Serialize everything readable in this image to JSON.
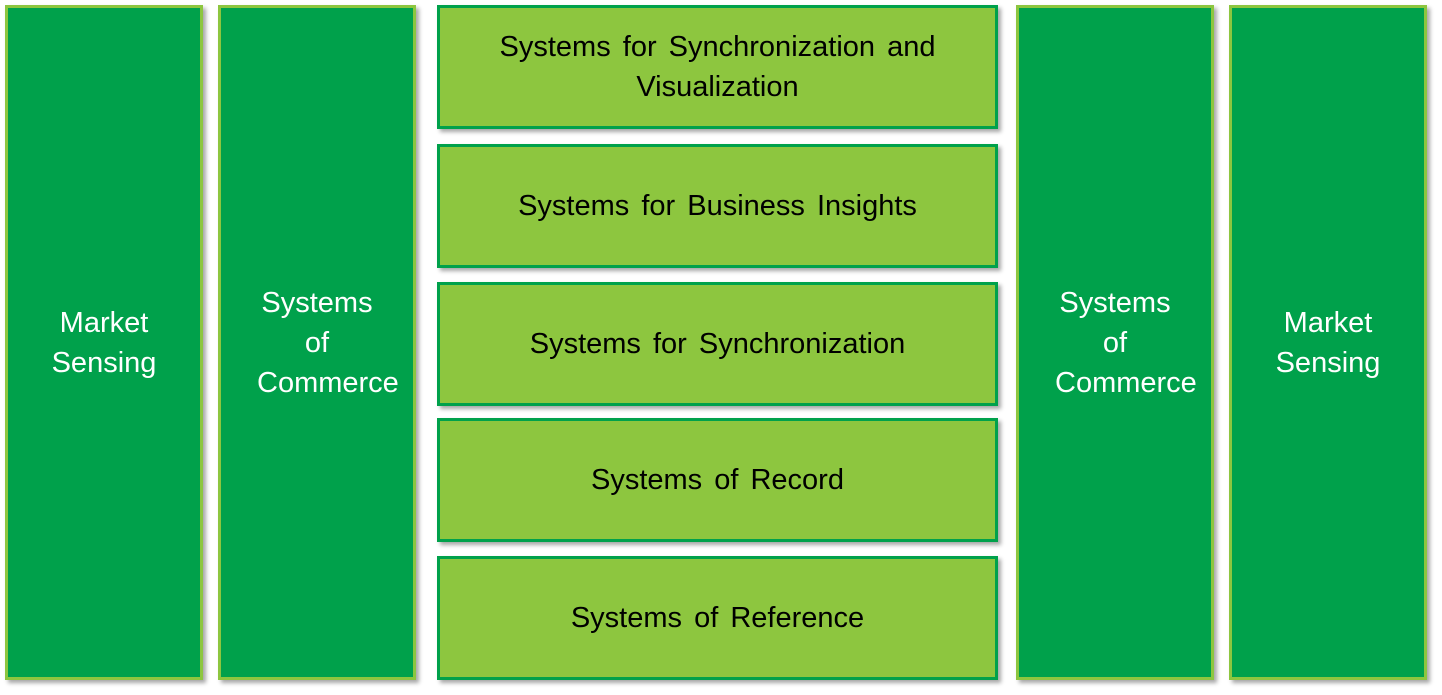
{
  "colors": {
    "dark_green": "#00a14b",
    "light_green": "#8dc63f",
    "dark_text": "#ffffff",
    "light_text": "#000000"
  },
  "left_columns": [
    {
      "label": "Market Sensing"
    },
    {
      "label": "Systems of Commerce"
    }
  ],
  "center_layers": [
    {
      "label": "Systems for Synchronization and Visualization"
    },
    {
      "label": "Systems for Business Insights"
    },
    {
      "label": "Systems for Synchronization"
    },
    {
      "label": "Systems of Record"
    },
    {
      "label": "Systems of Reference"
    }
  ],
  "right_columns": [
    {
      "label": "Systems of Commerce"
    },
    {
      "label": "Market Sensing"
    }
  ]
}
